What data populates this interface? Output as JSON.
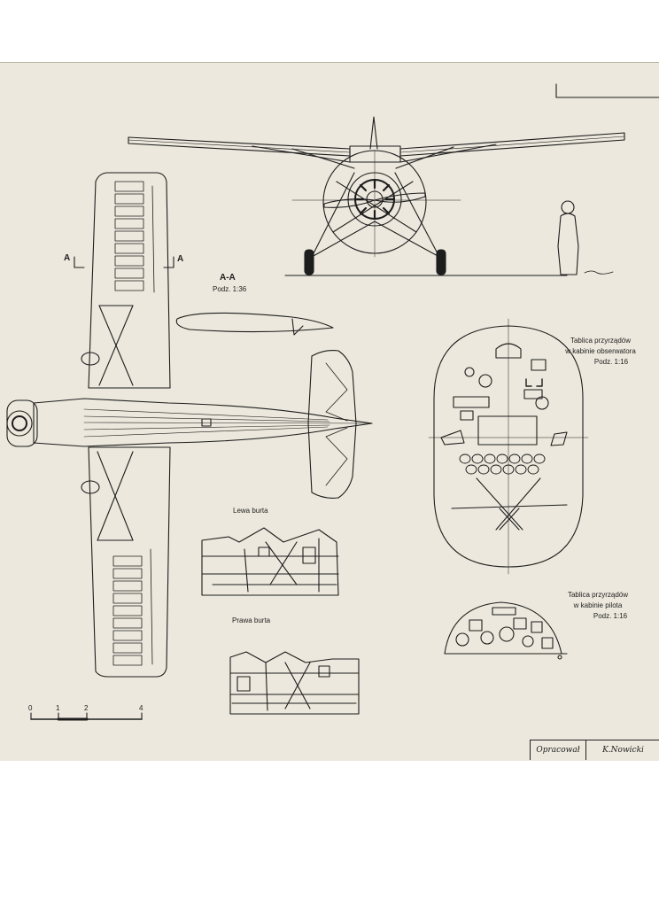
{
  "labels": {
    "section_marker_left": "A",
    "section_marker_right": "A",
    "section_title": "A-A",
    "section_scale": "Podz. 1:36",
    "left_side": "Lewa burta",
    "right_side": "Prawa burta",
    "observer_panel": {
      "line1": "Tablica przyrządów",
      "line2": "w kabinie obserwatora",
      "line3": "Podz. 1:16"
    },
    "pilot_panel": {
      "line1": "Tablica przyrządów",
      "line2": "w kabinie pilota",
      "line3": "Podz. 1:16"
    }
  },
  "scale_bar": {
    "ticks": [
      "0",
      "1",
      "2",
      "4"
    ]
  },
  "credits": {
    "prepared_by_label": "Opracował",
    "author": "K.Nowicki"
  },
  "colors": {
    "paper": "#ece8dd",
    "ink": "#1d1d1d",
    "background": "#ffffff"
  }
}
